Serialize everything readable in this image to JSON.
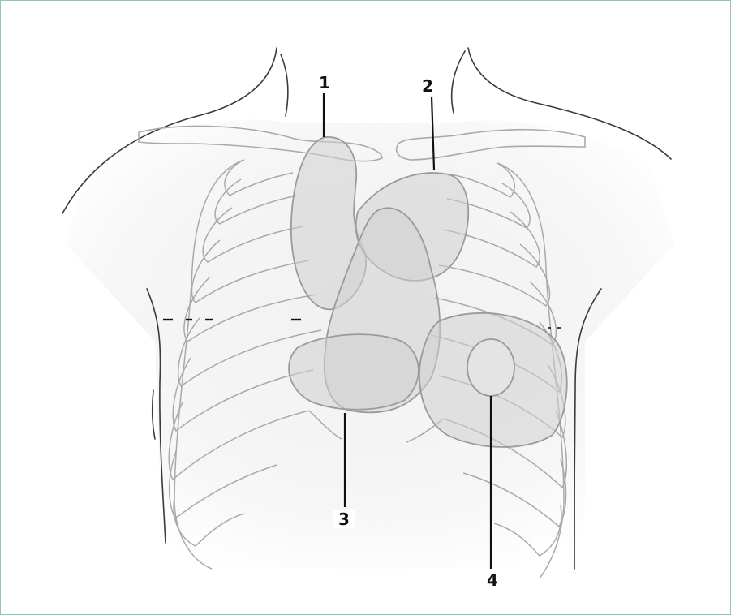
{
  "labels": {
    "l1": "1",
    "l2": "2",
    "l3": "3",
    "l4": "4"
  },
  "colors": {
    "frame": "#8fc7b5",
    "outline": "#3a3a3a",
    "rib": "#a9a9a9",
    "organ_fill": "#cfcfcf",
    "organ_stroke": "#9a9a9a"
  }
}
